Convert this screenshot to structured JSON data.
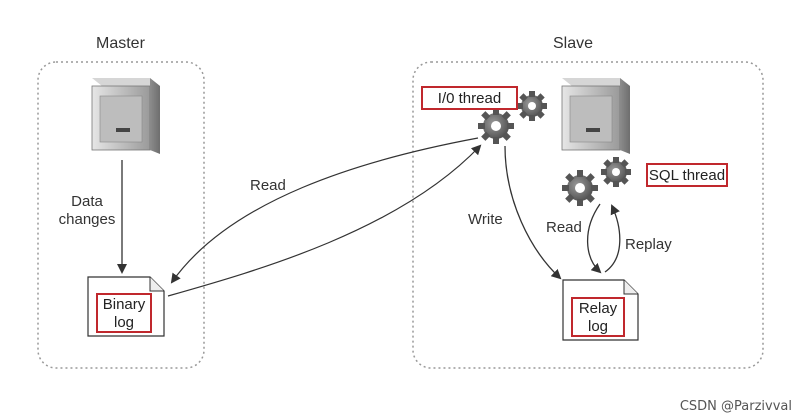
{
  "master": {
    "title": "Master",
    "data_changes_line1": "Data",
    "data_changes_line2": "changes",
    "binary_log_line1": "Binary",
    "binary_log_line2": "log"
  },
  "slave": {
    "title": "Slave",
    "io_thread": "I/0 thread",
    "sql_thread": "SQL thread",
    "write": "Write",
    "read": "Read",
    "replay": "Replay",
    "relay_log_line1": "Relay",
    "relay_log_line2": "log"
  },
  "read_label": "Read",
  "watermark": "CSDN @Parzivval",
  "colors": {
    "highlight_border": "#c0282d",
    "dashed_border": "#999999",
    "arrow": "#333333"
  }
}
